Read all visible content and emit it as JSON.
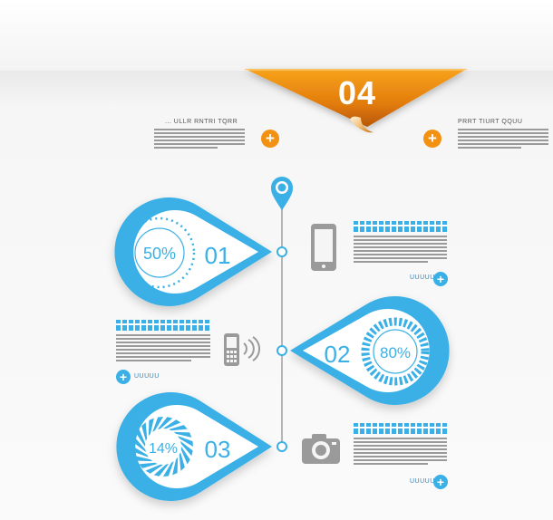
{
  "header": {
    "step_number": "04",
    "left_caption": "... ULLR RNTRI TQRR",
    "right_caption": "PRRT TIURT QQUU",
    "accent_orange": "#f29112",
    "accent_blue": "#3ab0e6"
  },
  "steps": [
    {
      "number": "01",
      "percent": "50%",
      "value": 50,
      "side_icon": "smartphone-icon",
      "caption": "UUUUU"
    },
    {
      "number": "02",
      "percent": "80%",
      "value": 80,
      "side_icon": "cellphone-signal-icon",
      "caption": "UUUUU"
    },
    {
      "number": "03",
      "percent": "14%",
      "value": 14,
      "side_icon": "camera-icon",
      "caption": "UUUUU"
    }
  ],
  "icons": {
    "plus": "plus-icon",
    "location_pin": "location-pin-icon"
  },
  "plus_glyph": "+"
}
